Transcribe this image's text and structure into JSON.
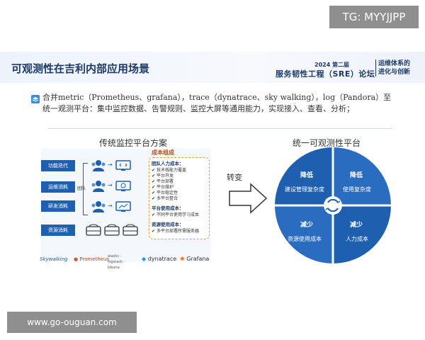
{
  "watermark_top": "TG: MYYJJPP",
  "watermark_bottom": "www.go-ouguan.com",
  "title": "可观测性在吉利内部应用场景",
  "forum": {
    "year": "2024 第二届",
    "name": "服务韧性工程（SRE）论坛",
    "slogan_line1": "运维体系的",
    "slogan_line2": "进化与创新"
  },
  "description": "合并metric（Prometheus、grafana），trace（dynatrace、sky walking），log（Pandora）至统一观测平台：集中监控数据、告警规则、监控大屏等通用能力，实现接入、查看、分析；",
  "left": {
    "heading": "传统监控平台方案",
    "labels": [
      "功能迭代",
      "运维消耗",
      "研发消耗",
      "资源消耗"
    ],
    "team_label": "团队",
    "cost_title": "成本组成",
    "cost_sections": [
      {
        "title": "团队人力成本：",
        "items": [
          "技术栈能力覆盖",
          "平台开发",
          "平台部署",
          "平台维护",
          "平台稳定性",
          "多平台整合"
        ]
      },
      {
        "title": "平台使用成本：",
        "items": [
          "不同平台使用学习成本"
        ]
      },
      {
        "title": "资源使用成本：",
        "items": [
          "多平台部署所需服务器"
        ]
      }
    ],
    "logos": [
      "Skywalking",
      "Prometheus",
      "elastic · logstash · kibana",
      "dynatrace",
      "Grafana"
    ]
  },
  "transition": "转变",
  "right": {
    "heading": "统一可观测性平台",
    "quadrants": [
      {
        "head": "降低",
        "text": "建设管理复杂度",
        "color": "#1f5fb0"
      },
      {
        "head": "降低",
        "text": "使用复杂度",
        "color": "#2a6cc0"
      },
      {
        "head": "减少",
        "text": "资源使用成本",
        "color": "#2a6cc0"
      },
      {
        "head": "减少",
        "text": "人力成本",
        "color": "#1f5fb0"
      }
    ]
  },
  "colors": {
    "primary": "#1f5fb0",
    "title": "#1b3a6b",
    "accent": "#e2a23b"
  }
}
